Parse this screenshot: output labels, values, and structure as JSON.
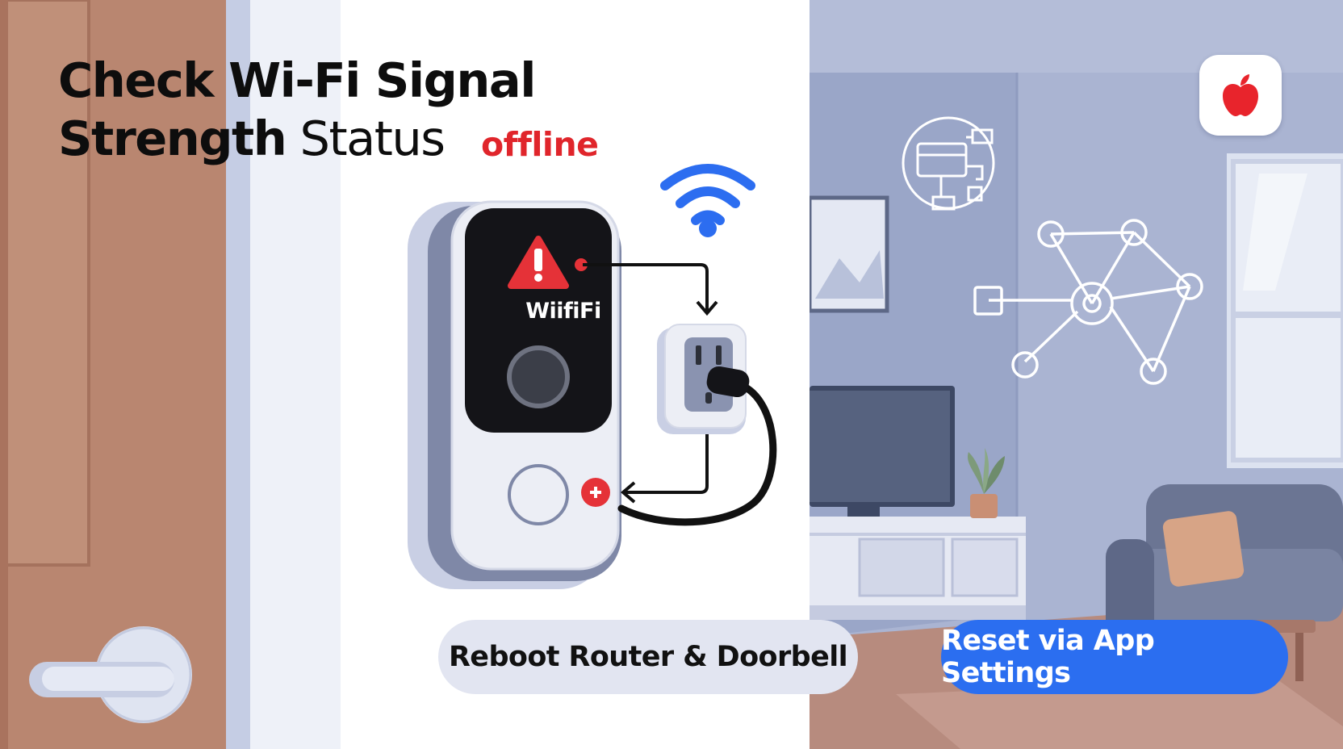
{
  "headline": {
    "line1": "Check Wi-Fi Signal",
    "line2_bold": "Strength",
    "line2_light": "Status"
  },
  "status_text": "offline",
  "doorbell": {
    "screen_label": "WiifiFi"
  },
  "buttons": {
    "reboot_label": "Reboot Router & Doorbell",
    "reset_label": "Reset via App Settings"
  },
  "icons": {
    "wifi": "wifi-icon",
    "warning": "warning-triangle-icon",
    "apple": "apple-logo-icon",
    "router": "router-diagram-icon",
    "network": "network-graph-icon",
    "plug": "power-plug-icon"
  },
  "colors": {
    "accent_blue": "#2b6ef0",
    "alert_red": "#e0252b",
    "door_wood": "#b8806a",
    "room_blue": "#aab4d2"
  }
}
